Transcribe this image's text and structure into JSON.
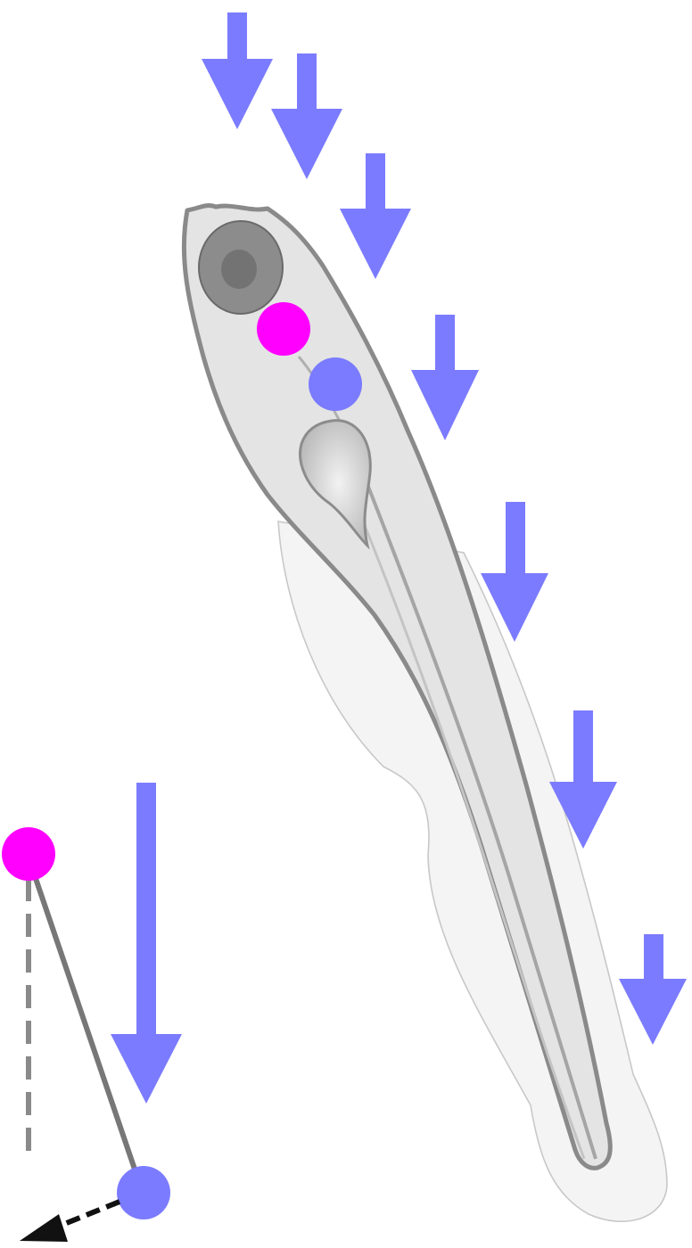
{
  "colors": {
    "background": "#ffffff",
    "arrow_blue": "#7b7bff",
    "marker_magenta": "#ff00ff",
    "marker_blue": "#7b7bff",
    "body_outline": "#8a8a8a",
    "body_fill": "#e6e6e6",
    "fin_fill": "#f4f4f4",
    "eye_outer": "#8c8c8c",
    "eye_inner": "#6e6e6e",
    "pendulum_line": "#777777",
    "dashed_vertical": "#8a8a8a",
    "dashed_arrow": "#111111"
  },
  "diagram": {
    "description_items": [
      "larva-silhouette",
      "flow-arrows",
      "head-marker",
      "swimbladder-marker",
      "pendulum-inset"
    ],
    "flow_arrow_count": 7,
    "markers": [
      {
        "name": "head-point",
        "color": "magenta"
      },
      {
        "name": "body-point",
        "color": "blue"
      }
    ]
  }
}
